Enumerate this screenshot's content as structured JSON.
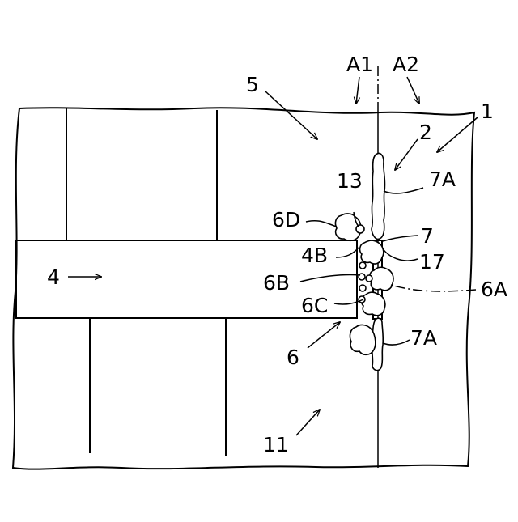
{
  "labels": {
    "a1": "A1",
    "a2": "A2",
    "n1": "1",
    "n2": "2",
    "n5": "5",
    "n4": "4",
    "n13": "13",
    "n7a_top": "7A",
    "n6d": "6D",
    "n7": "7",
    "n4b": "4B",
    "n17": "17",
    "n6b": "6B",
    "n6a": "6A",
    "n6c": "6C",
    "n6": "6",
    "n7a_bottom": "7A",
    "n11": "11"
  }
}
